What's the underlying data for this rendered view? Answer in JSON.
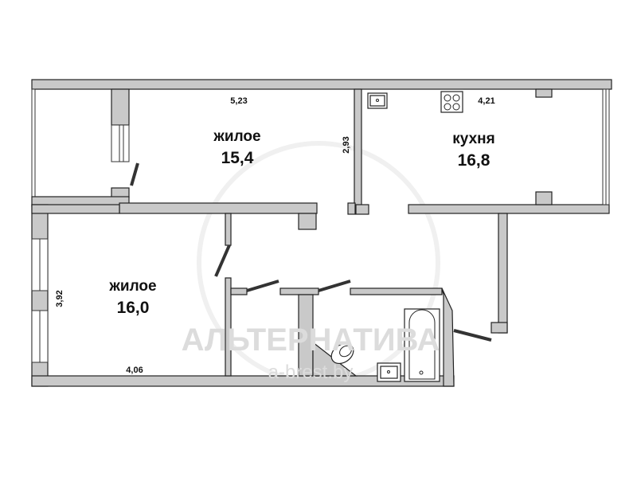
{
  "rooms": [
    {
      "name": "жилое",
      "area": "15,4"
    },
    {
      "name": "кухня",
      "area": "16,8"
    },
    {
      "name": "жилое",
      "area": "16,0"
    }
  ],
  "dimensions": {
    "room1_width": "5,23",
    "room1_depth": "2,93",
    "kitchen_width": "4,21",
    "room2_depth": "3,92",
    "room2_width": "4,06"
  },
  "watermark": {
    "brand": "АЛЬТЕРНАТИВА",
    "site": "a-brest.by"
  },
  "colors": {
    "wall": "#c9c9c9",
    "outline": "#222222"
  }
}
